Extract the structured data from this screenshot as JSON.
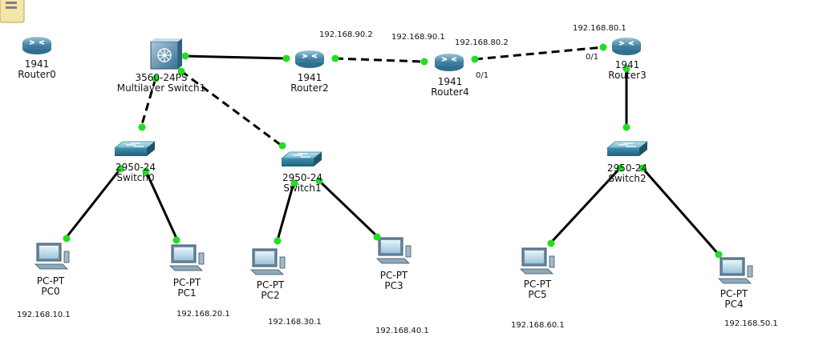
{
  "devices": {
    "router0": {
      "model": "1941",
      "name": "Router0"
    },
    "router2": {
      "model": "1941",
      "name": "Router2"
    },
    "router4": {
      "model": "1941",
      "name": "Router4"
    },
    "router3": {
      "model": "1941",
      "name": "Router3"
    },
    "mlswitch1": {
      "model": "3560-24PS",
      "name": "Multilayer Switch1"
    },
    "switch0": {
      "model": "2950-24",
      "name": "Switch0"
    },
    "switch1": {
      "model": "2950-24",
      "name": "Switch1"
    },
    "switch2": {
      "model": "2950-24",
      "name": "Switch2"
    },
    "pc0": {
      "model": "PC-PT",
      "name": "PC0"
    },
    "pc1": {
      "model": "PC-PT",
      "name": "PC1"
    },
    "pc2": {
      "model": "PC-PT",
      "name": "PC2"
    },
    "pc3": {
      "model": "PC-PT",
      "name": "PC3"
    },
    "pc5": {
      "model": "PC-PT",
      "name": "PC5"
    },
    "pc4": {
      "model": "PC-PT",
      "name": "PC4"
    }
  },
  "ip_labels": {
    "r2_left": "192.168.90.2",
    "r4_left": "192.168.90.1",
    "r4_right": "192.168.80.2",
    "r3_left": "192.168.80.1",
    "pc0": "192.168.10.1",
    "pc1": "192.168.20.1",
    "pc2": "192.168.30.1",
    "pc3": "192.168.40.1",
    "pc5": "192.168.60.1",
    "pc4": "192.168.50.1"
  },
  "port_labels": {
    "r4_port": "0/1",
    "r3_port": "0/1"
  },
  "colors": {
    "link": "#000000",
    "link_up": "#22dd22",
    "router": "#3f7f9f",
    "switch": "#3a8aa6",
    "mlswitch": "#5a8fb0"
  }
}
